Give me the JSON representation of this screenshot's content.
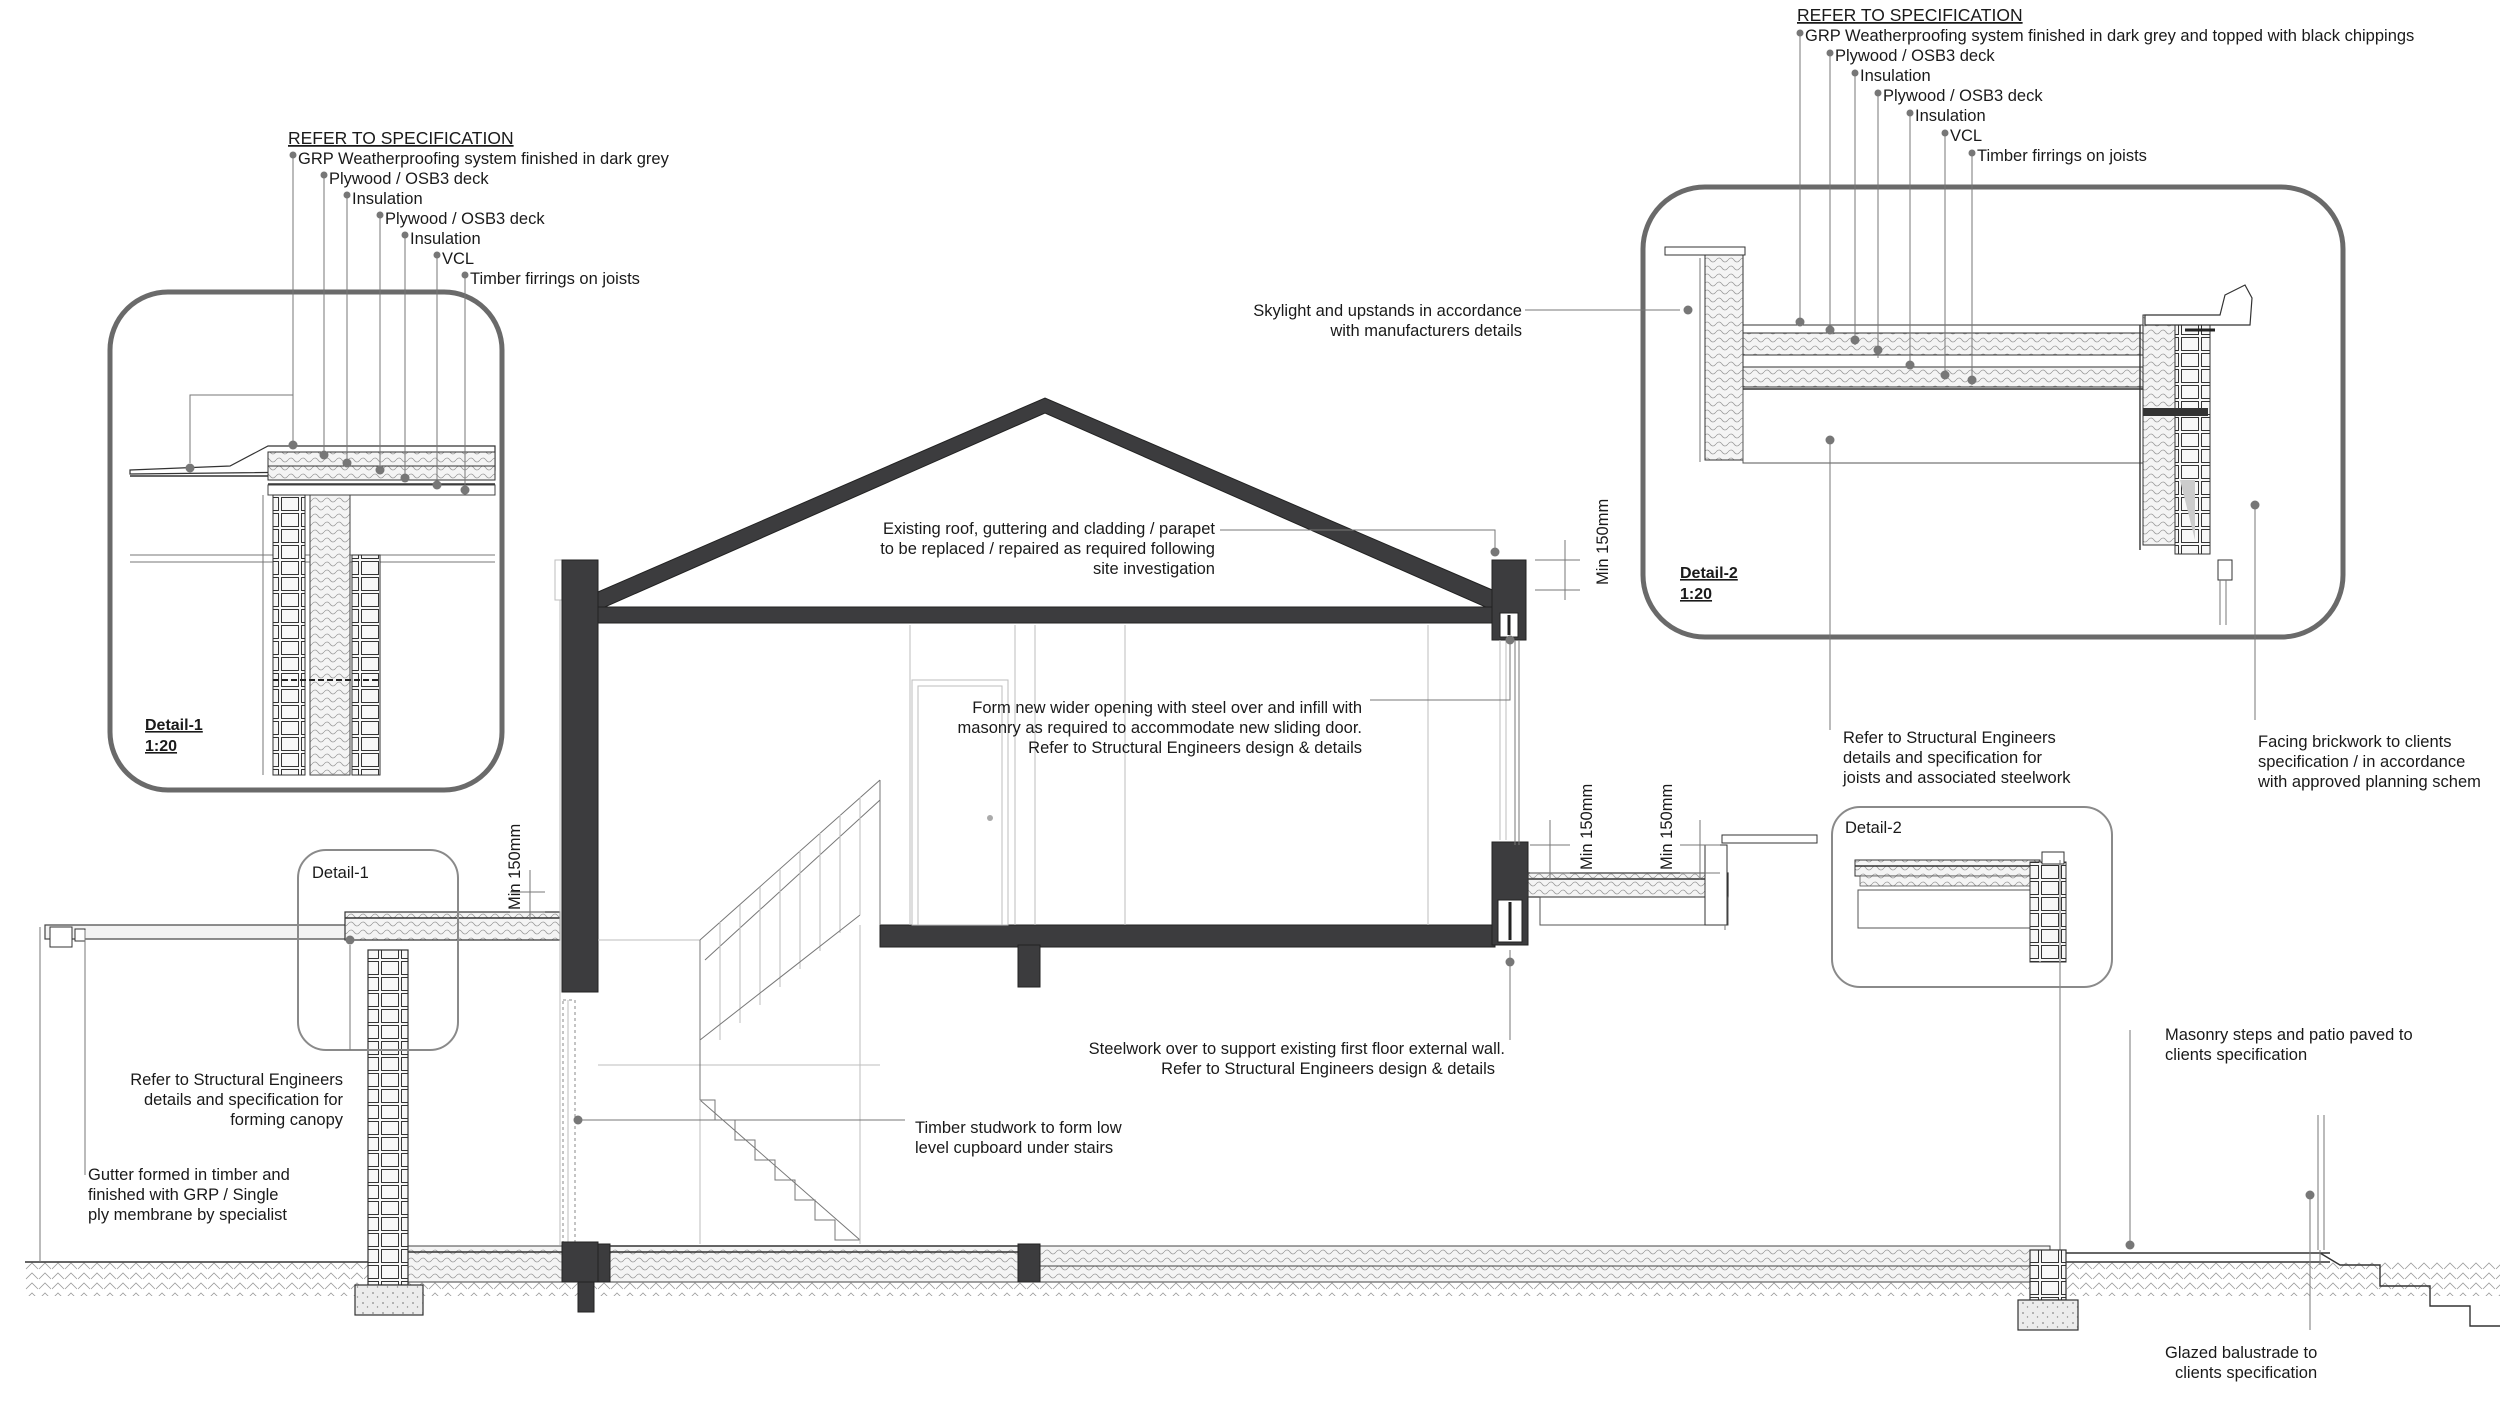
{
  "detail1": {
    "heading": "REFER TO SPECIFICATION",
    "layers": [
      "GRP Weatherproofing system finished in dark grey",
      "Plywood / OSB3 deck",
      "Insulation",
      "Plywood / OSB3 deck",
      "Insulation",
      "VCL",
      "Timber firrings on joists"
    ],
    "label": "Detail-1",
    "scale": "1:20",
    "callout": "Detail-1"
  },
  "detail2": {
    "heading": "REFER TO SPECIFICATION",
    "layers": [
      "GRP Weatherproofing system finished in dark grey and topped with black chippings",
      "Plywood / OSB3 deck",
      "Insulation",
      "Plywood / OSB3 deck",
      "Insulation",
      "VCL",
      "Timber firrings on joists"
    ],
    "label": "Detail-2",
    "scale": "1:20",
    "callout": "Detail-2"
  },
  "notes": {
    "skylight": [
      "Skylight and upstands in accordance",
      "with manufacturers details"
    ],
    "roof": [
      "Existing roof, guttering and cladding / parapet",
      "to be replaced / repaired as required following",
      "site investigation"
    ],
    "opening": [
      "Form new wider opening with steel over and infill with",
      "masonry as required to accommodate new sliding door.",
      "Refer to Structural Engineers design & details"
    ],
    "joists": [
      "Refer to Structural Engineers",
      "details and specification for",
      "joists and associated steelwork"
    ],
    "facing": [
      "Facing brickwork to clients",
      "specification / in accordance",
      "with approved planning schem"
    ],
    "canopy": [
      "Refer to Structural Engineers",
      "details and specification for",
      "forming canopy"
    ],
    "gutter": [
      "Gutter formed in timber and",
      "finished with GRP / Single",
      "ply membrane by specialist"
    ],
    "steelwork": [
      "Steelwork over to support existing first floor external wall.",
      "Refer to Structural Engineers design & details"
    ],
    "studwork": [
      "Timber studwork to form low",
      "level cupboard under stairs"
    ],
    "masonry_steps": [
      "Masonry steps and patio paved to",
      "clients specification"
    ],
    "balustrade": [
      "Glazed balustrade to",
      "clients specification"
    ]
  },
  "dimensions": {
    "roof_upstand": "Min 150mm",
    "canopy_upstand": "Min 150mm",
    "rear_upstand_1": "Min 150mm",
    "rear_upstand_2": "Min 150mm"
  }
}
